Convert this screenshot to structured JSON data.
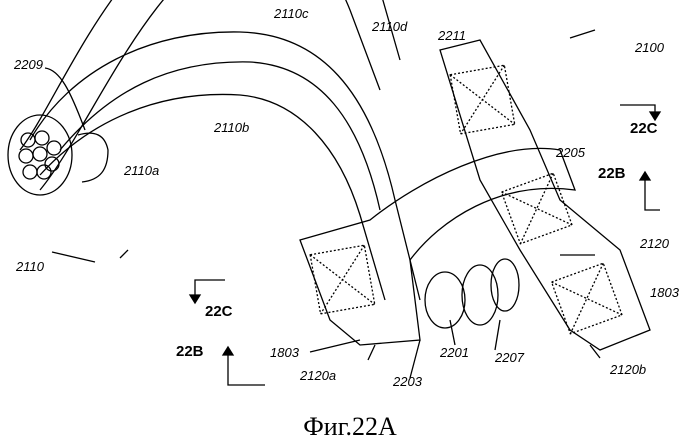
{
  "figure": {
    "caption": "Фиг.22A",
    "labels": {
      "l2209": "2209",
      "l2110c": "2110c",
      "l2110d": "2110d",
      "l2211": "2211",
      "l2100": "2100",
      "l2110b": "2110b",
      "l2110a": "2110a",
      "l2205": "2205",
      "l2110": "2110",
      "l2120": "2120",
      "l1803a": "1803",
      "l1803b": "1803",
      "l2201": "2201",
      "l2207": "2207",
      "l2203": "2203",
      "l2120a": "2120a",
      "l2120b": "2120b"
    },
    "sections": {
      "s22c_top": "22C",
      "s22b_top": "22B",
      "s22c_bottom": "22C",
      "s22b_bottom": "22B"
    }
  }
}
